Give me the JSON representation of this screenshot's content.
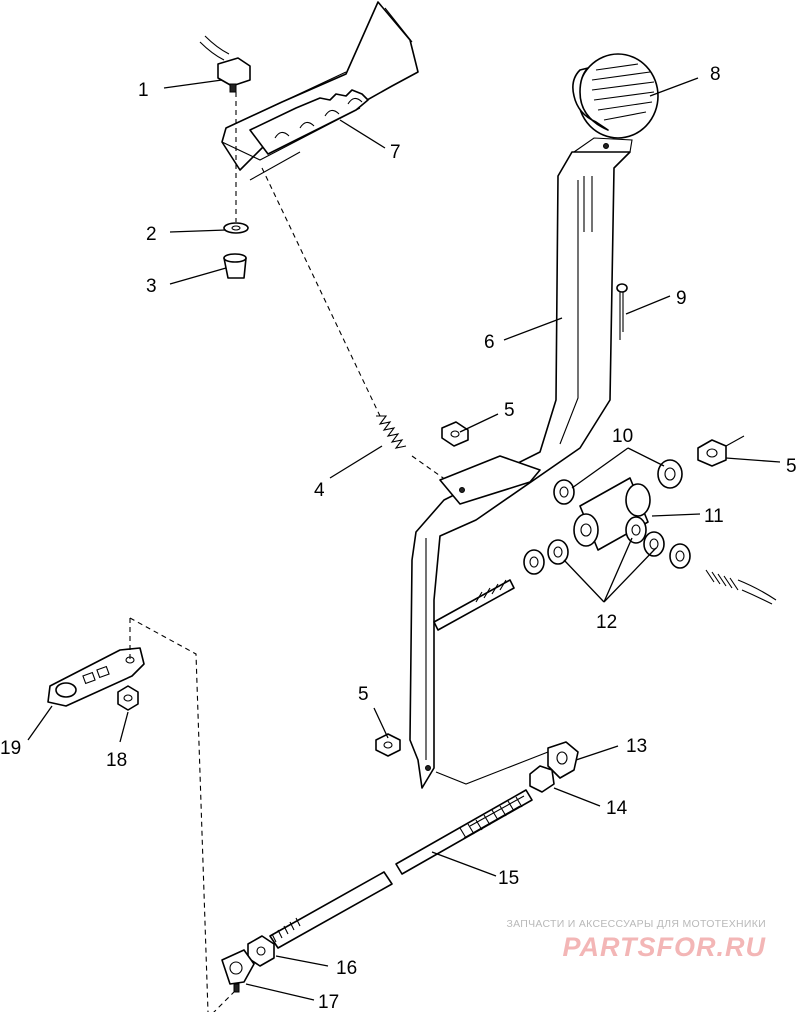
{
  "callouts": [
    {
      "key": "1",
      "text": "1"
    },
    {
      "key": "2",
      "text": "2"
    },
    {
      "key": "3",
      "text": "3"
    },
    {
      "key": "4",
      "text": "4"
    },
    {
      "key": "5a",
      "text": "5"
    },
    {
      "key": "5b",
      "text": "5"
    },
    {
      "key": "5c",
      "text": "5"
    },
    {
      "key": "6",
      "text": "6"
    },
    {
      "key": "7",
      "text": "7"
    },
    {
      "key": "8",
      "text": "8"
    },
    {
      "key": "9",
      "text": "9"
    },
    {
      "key": "10",
      "text": "10"
    },
    {
      "key": "11",
      "text": "11"
    },
    {
      "key": "12",
      "text": "12"
    },
    {
      "key": "13",
      "text": "13"
    },
    {
      "key": "14",
      "text": "14"
    },
    {
      "key": "15",
      "text": "15"
    },
    {
      "key": "16",
      "text": "16"
    },
    {
      "key": "17",
      "text": "17"
    },
    {
      "key": "18",
      "text": "18"
    },
    {
      "key": "19",
      "text": "19"
    }
  ],
  "watermark": {
    "tagline": "ЗАПЧАСТИ И АКСЕССУАРЫ ДЛЯ МОТОТЕХНИКИ",
    "logo": "PARTSFOR.RU"
  }
}
